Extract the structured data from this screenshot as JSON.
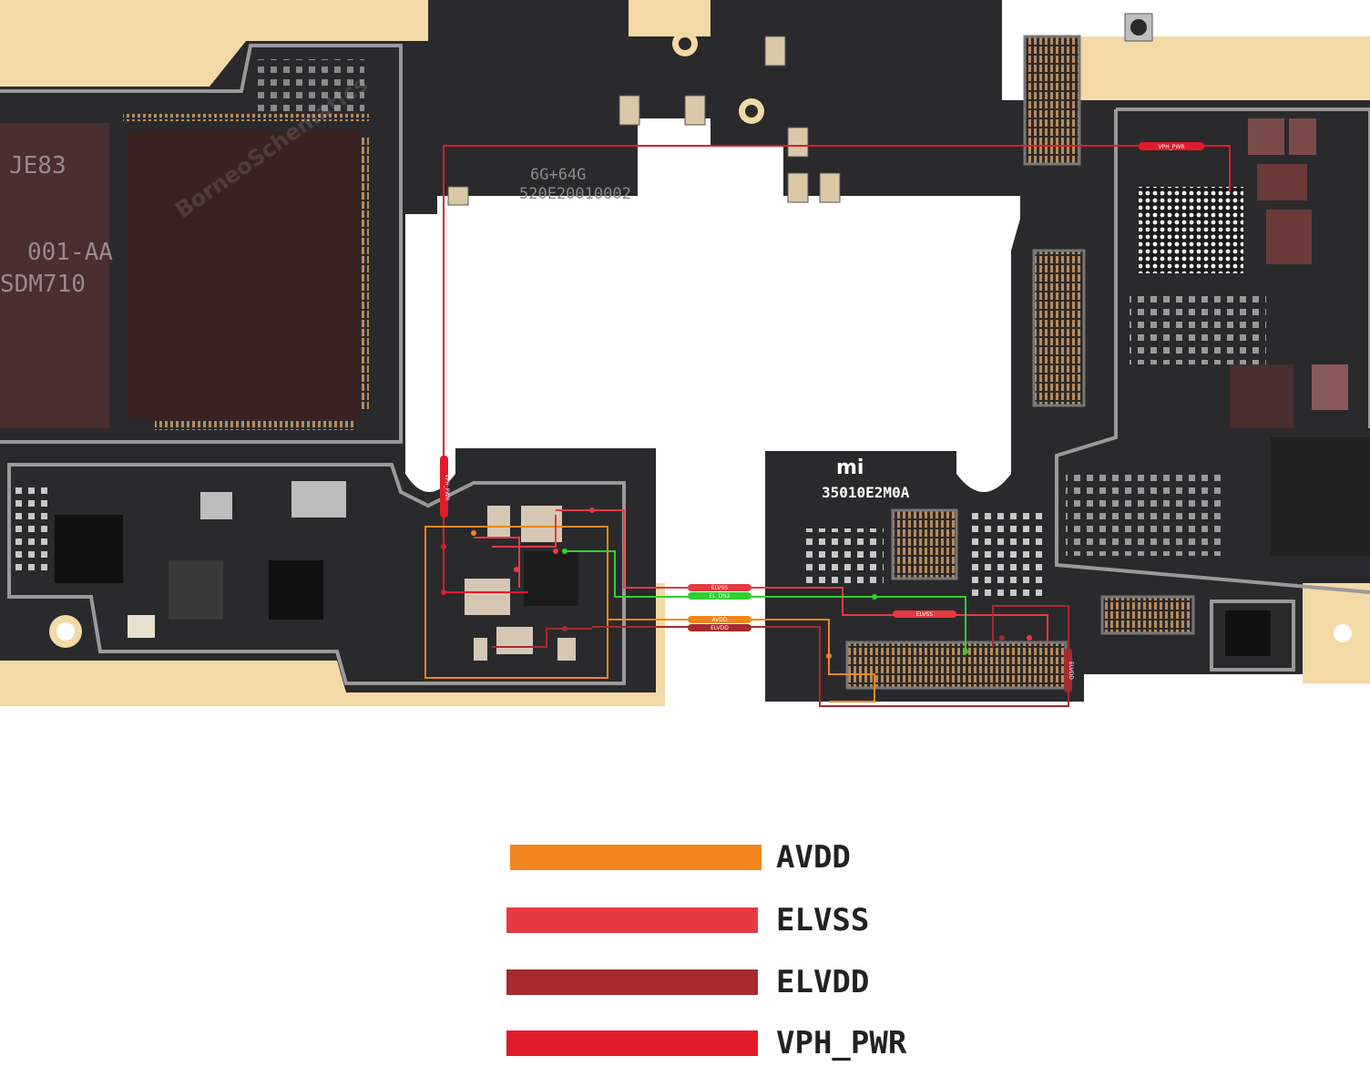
{
  "board": {
    "watermark": "BorneoSchematics",
    "silkscreen": {
      "memory_line1": "6G+64G",
      "memory_line2": "520E20010002",
      "soc_line1": "JE83",
      "soc_line2": "SDM710",
      "soc_line3": "001-AA",
      "brand_logo": "mi",
      "part_number": "35010E2M0A"
    },
    "trace_labels": {
      "vph_pwr_top": "VPH_PWR",
      "vph_pwr_side": "VPH_PWR",
      "elvss": "ELVSS",
      "el_dn2": "EL_DN2",
      "avdd": "AVDD",
      "elvdd": "ELVDD",
      "elvss_right": "ELVSS",
      "elvdd_side": "ELVDD"
    },
    "colors": {
      "avdd": "#f0861c",
      "elvss": "#e63a42",
      "elvdd": "#a62a2e",
      "vph_pwr": "#e21b2a",
      "el_dn2": "#2fd12f",
      "pcb": "#2a2a2c",
      "gold": "#f3d9a6"
    }
  },
  "legend": [
    {
      "label": "AVDD",
      "color": "#f0861c"
    },
    {
      "label": "ELVSS",
      "color": "#e63a42"
    },
    {
      "label": "ELVDD",
      "color": "#a62a2e"
    },
    {
      "label": "VPH_PWR",
      "color": "#e21b2a"
    }
  ]
}
